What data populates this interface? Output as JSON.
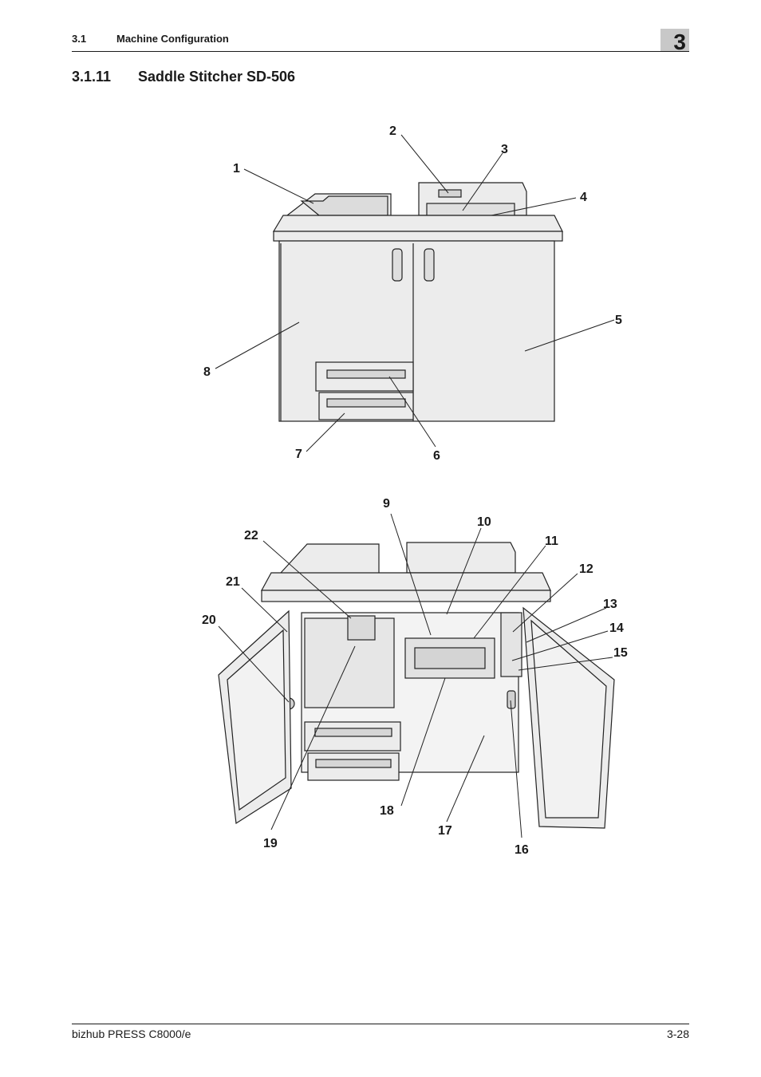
{
  "header": {
    "section_number": "3.1",
    "section_title": "Machine Configuration",
    "chapter": "3"
  },
  "section": {
    "number": "3.1.11",
    "title": "Saddle Stitcher SD-506"
  },
  "figure_closed": {
    "callouts": [
      "1",
      "2",
      "3",
      "4",
      "5",
      "6",
      "7",
      "8"
    ]
  },
  "figure_open": {
    "callouts": [
      "9",
      "10",
      "11",
      "12",
      "13",
      "14",
      "15",
      "16",
      "17",
      "18",
      "19",
      "20",
      "21",
      "22"
    ]
  },
  "footer": {
    "product": "bizhub PRESS C8000/e",
    "page": "3-28"
  }
}
